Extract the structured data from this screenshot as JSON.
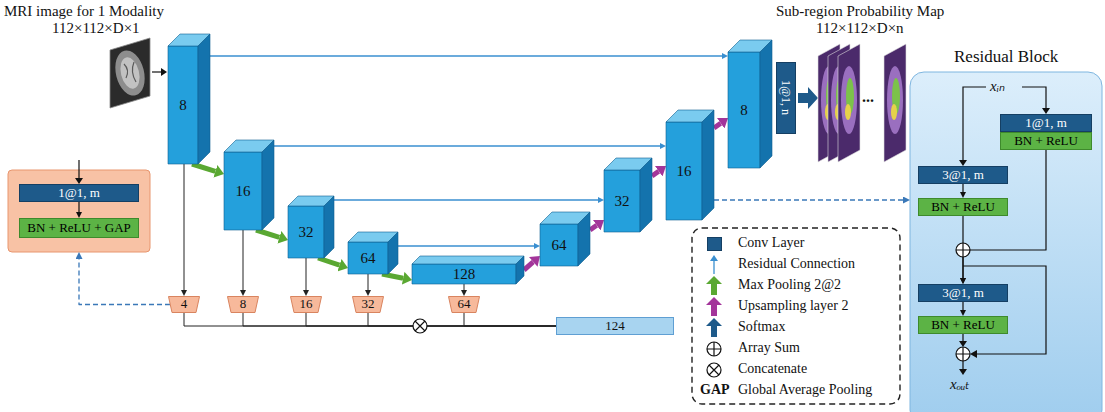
{
  "diagram": {
    "nodes": [
      {
        "text": [
          "8"
        ]
      },
      {
        "text": [
          "16"
        ]
      },
      {
        "text": [
          "32"
        ]
      },
      {
        "text": [
          "64"
        ]
      },
      {
        "text": [
          "128"
        ]
      },
      {
        "text": [
          "64"
        ]
      },
      {
        "text": [
          "32"
        ]
      },
      {
        "text": [
          "16"
        ]
      },
      {
        "text": [
          "8"
        ]
      },
      {
        "text": [
          "1@1, n"
        ]
      },
      {
        "text": []
      },
      {
        "text": [
          "1@1, m"
        ],
        "in": 10
      },
      {
        "text": [
          "BN + ReLU + GAP"
        ],
        "in": 10
      },
      {
        "text": [
          "4"
        ]
      },
      {
        "text": [
          "8"
        ]
      },
      {
        "text": [
          "16"
        ]
      },
      {
        "text": [
          "32"
        ]
      },
      {
        "text": [
          "64"
        ]
      },
      {
        "text": [
          "124"
        ]
      },
      {
        "text": [
          "Residual Block",
          "xᵢₙ",
          "xₒᵤₜ"
        ]
      },
      {
        "text": [
          "1@1, m"
        ],
        "in": 19
      },
      {
        "text": [
          "BN + ReLU"
        ],
        "in": 19
      },
      {
        "text": [
          "3@1, m"
        ],
        "in": 19
      },
      {
        "text": [
          "BN + ReLU"
        ],
        "in": 19
      },
      {
        "text": [
          "3@1, m"
        ],
        "in": 19
      },
      {
        "text": [
          "BN + ReLU"
        ],
        "in": 19
      }
    ],
    "edges": [
      {
        "from": 0,
        "to": 1,
        "arrow": "to"
      },
      {
        "from": 1,
        "to": 2,
        "arrow": "to"
      },
      {
        "from": 2,
        "to": 3,
        "arrow": "to"
      },
      {
        "from": 3,
        "to": 4,
        "arrow": "to"
      },
      {
        "from": 4,
        "to": 5,
        "arrow": "to"
      },
      {
        "from": 5,
        "to": 6,
        "arrow": "to"
      },
      {
        "from": 6,
        "to": 7,
        "arrow": "to"
      },
      {
        "from": 7,
        "to": 8,
        "arrow": "to"
      },
      {
        "from": 0,
        "to": 8,
        "arrow": "to"
      },
      {
        "from": 1,
        "to": 7,
        "arrow": "to"
      },
      {
        "from": 2,
        "to": 6,
        "arrow": "to"
      },
      {
        "from": 3,
        "to": 5,
        "arrow": "to"
      },
      {
        "from": 0,
        "to": 13,
        "arrow": "to"
      },
      {
        "from": 1,
        "to": 14,
        "arrow": "to"
      },
      {
        "from": 2,
        "to": 15,
        "arrow": "to"
      },
      {
        "from": 3,
        "to": 16,
        "arrow": "to"
      },
      {
        "from": 4,
        "to": 17,
        "arrow": "to"
      },
      {
        "from": 13,
        "to": 18,
        "arrow": "none"
      },
      {
        "from": 14,
        "to": 18,
        "arrow": "none"
      },
      {
        "from": 15,
        "to": 18,
        "arrow": "none"
      },
      {
        "from": 16,
        "to": 18,
        "arrow": "none"
      },
      {
        "from": 17,
        "to": 18,
        "arrow": "none"
      },
      {
        "from": 13,
        "to": 10,
        "arrow": "to"
      },
      {
        "from": 7,
        "to": 19,
        "arrow": "to"
      },
      {
        "from": 11,
        "to": 12,
        "arrow": "to"
      },
      {
        "from": 22,
        "to": 23,
        "arrow": "to"
      },
      {
        "from": 23,
        "to": 24,
        "arrow": "to"
      },
      {
        "from": 21,
        "to": 24,
        "arrow": "to"
      },
      {
        "from": 24,
        "to": 25,
        "arrow": "to"
      }
    ],
    "labels": [
      "MRI image for 1 Modality",
      "112×112×D×1",
      "Sub-region Probability Map",
      "112×112×D×n",
      "...",
      "GAP"
    ],
    "legend": [
      {
        "text": "Conv Layer",
        "color": "#1e5a8a"
      },
      {
        "text": "Residual Connection"
      },
      {
        "text": "Max Pooling 2@2"
      },
      {
        "text": "Upsampling layer 2"
      },
      {
        "text": "Softmax"
      },
      {
        "text": "Array Sum"
      },
      {
        "text": "Concatenate"
      },
      {
        "text": "Global Average Pooling"
      }
    ]
  }
}
